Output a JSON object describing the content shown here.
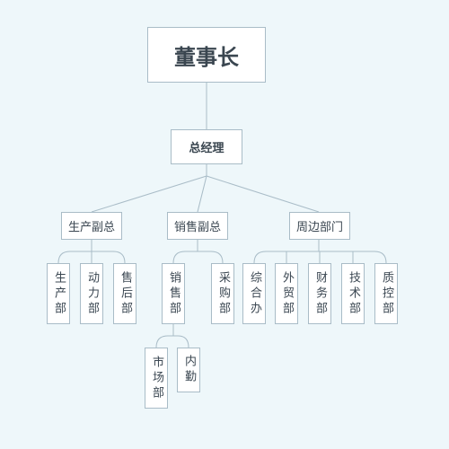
{
  "colors": {
    "background": "#eef7fa",
    "node_fill": "#ffffff",
    "node_border": "#a9bcc7",
    "line": "#a9bcc7",
    "text": "#3b4752"
  },
  "org": {
    "root": "董事长",
    "gm": "总经理",
    "vp_production": "生产副总",
    "vp_sales": "销售副总",
    "vp_periphery": "周边部门",
    "production_departments": [
      "生产部",
      "动力部",
      "售后部"
    ],
    "sales_departments": [
      "销售部",
      "采购部"
    ],
    "sales_subdepartments": [
      "市场部",
      "内勤"
    ],
    "periphery_departments": [
      "综合办",
      "外贸部",
      "财务部",
      "技术部",
      "质控部"
    ]
  }
}
